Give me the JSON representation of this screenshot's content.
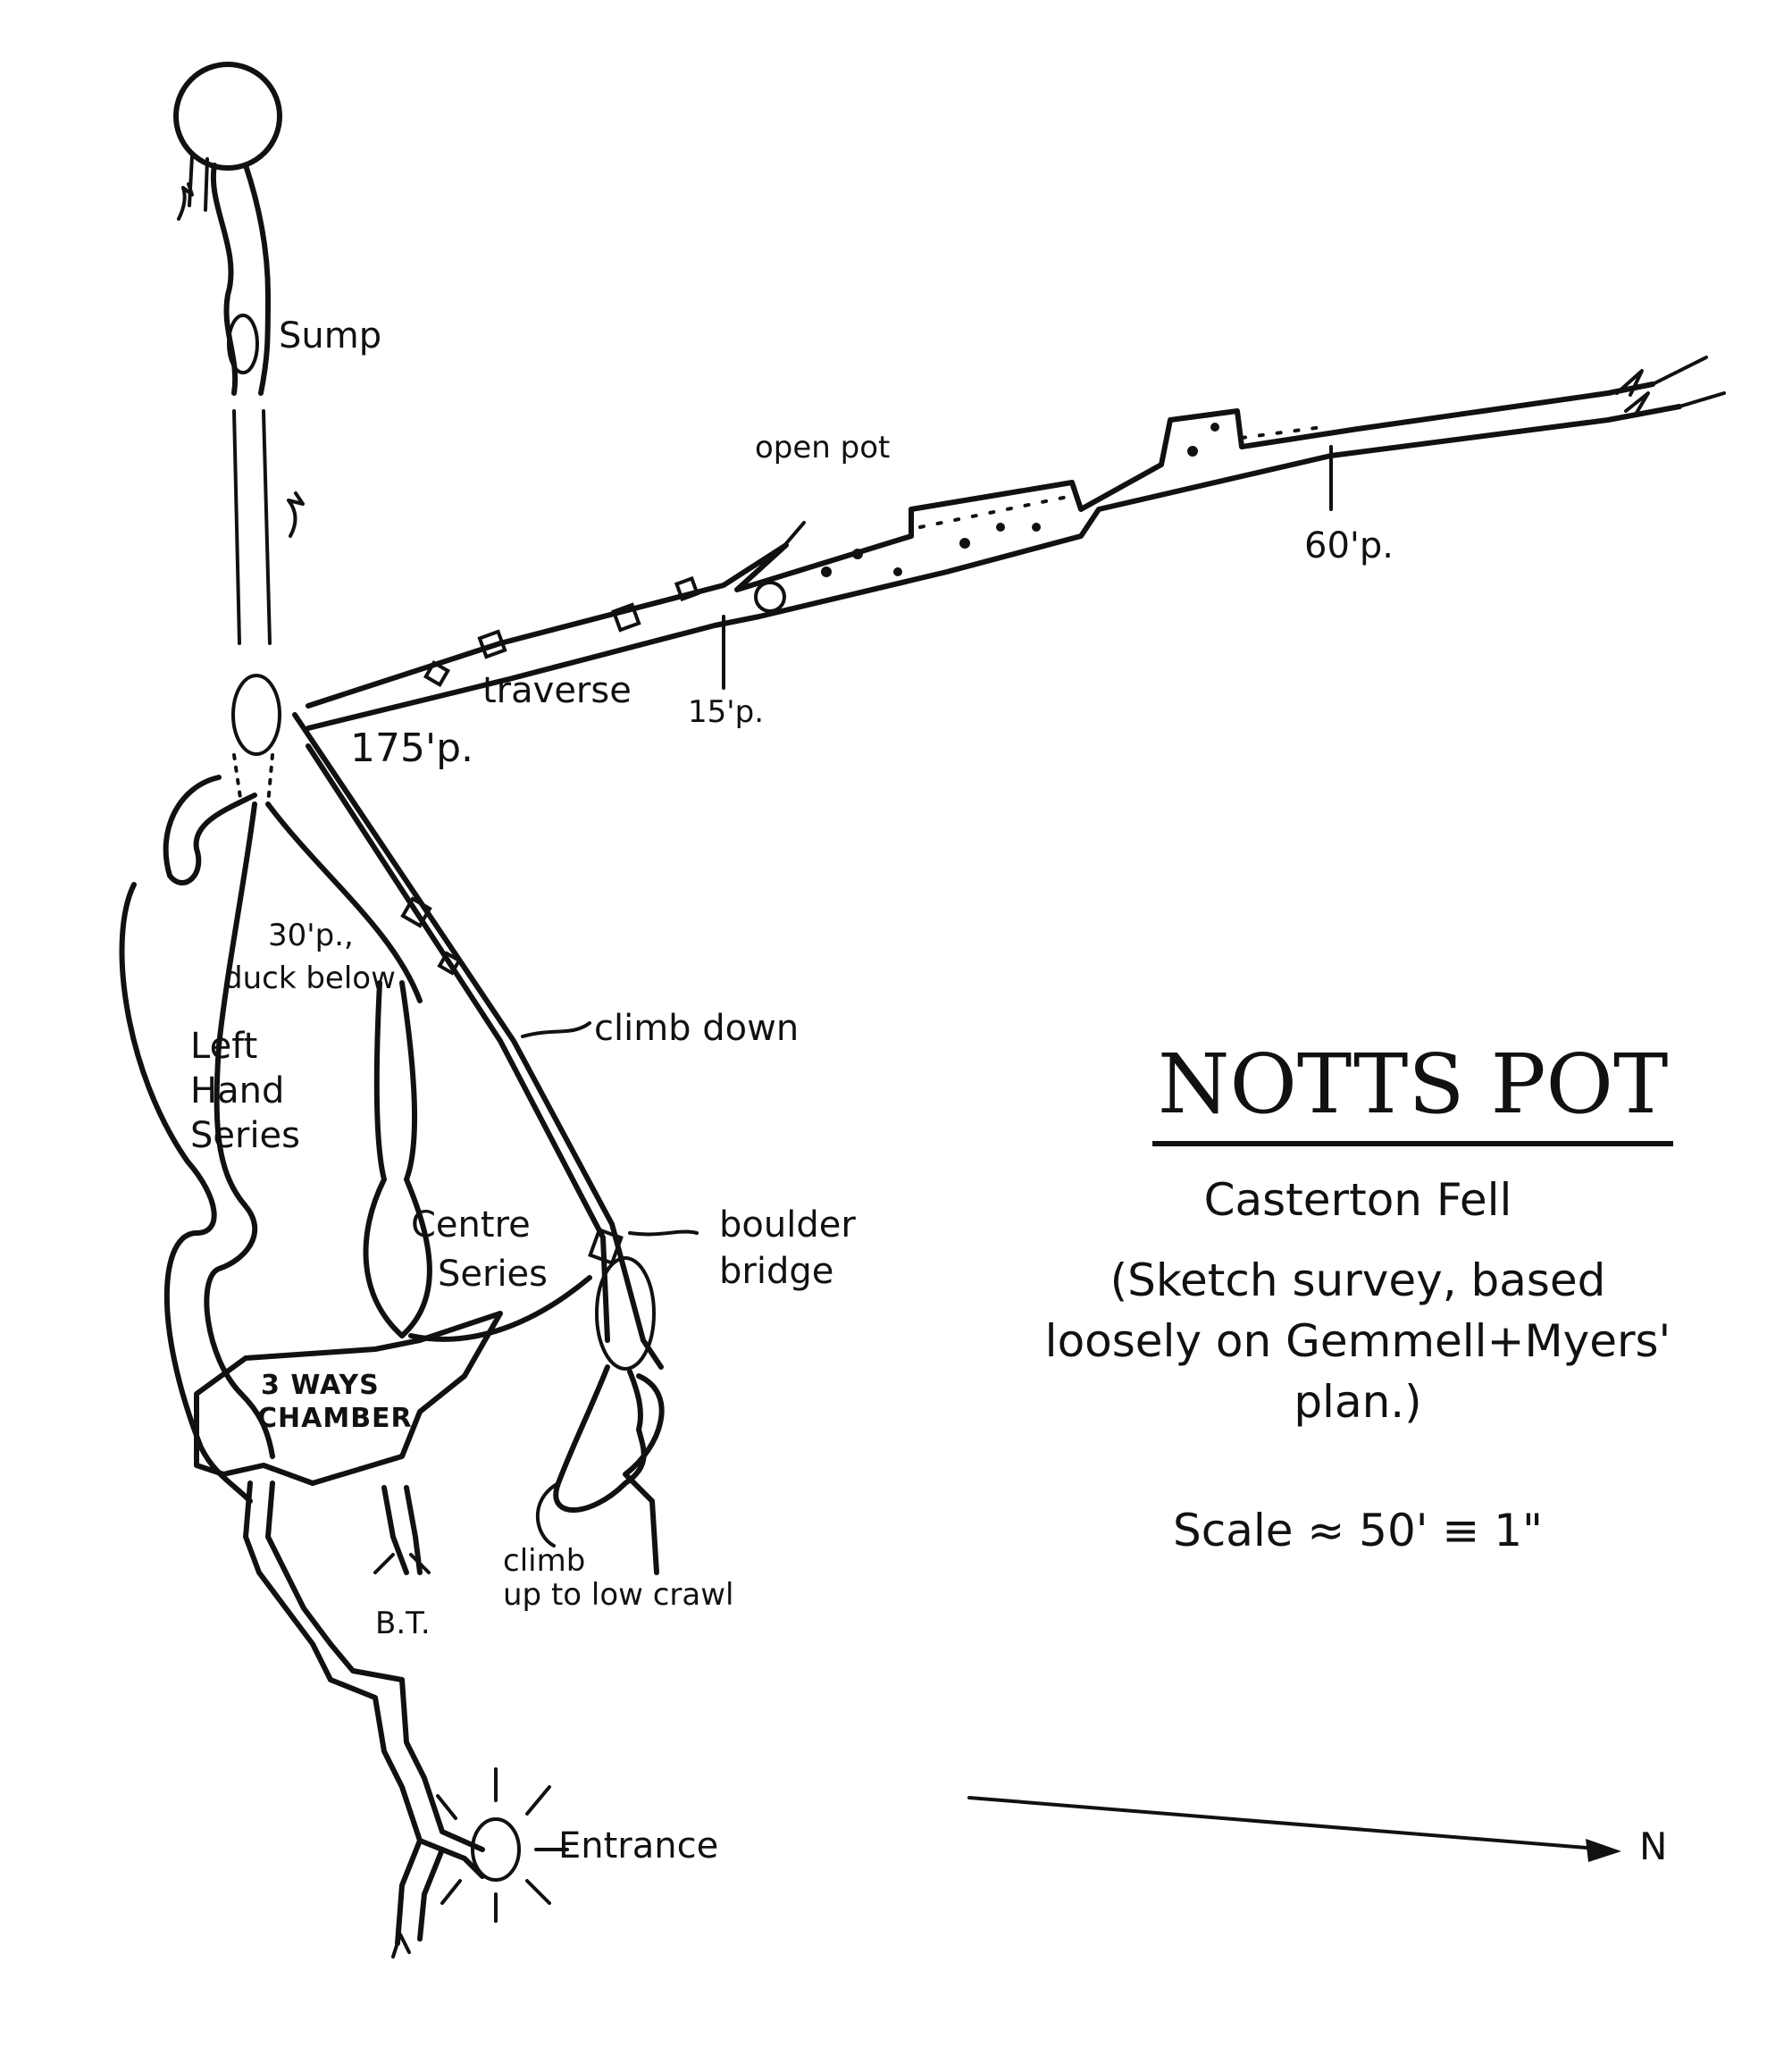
{
  "title": "NOTTS POT",
  "location": "Casterton Fell",
  "note_line1": "(Sketch survey, based",
  "note_line2": "loosely on Gemmell+Myers'",
  "note_line3": "plan.)",
  "scale": "Scale ≈ 50' ≡ 1\"",
  "north": "N",
  "labels": {
    "sump": "Sump",
    "open_pot": "open pot",
    "sixty_p": "60'p.",
    "traverse": "traverse",
    "fifteen_p": "15'p.",
    "p175": "175'p.",
    "thirty_p": "30'p.,",
    "duck_below": "duck below",
    "left_hand_1": "Left",
    "left_hand_2": "Hand",
    "left_hand_3": "Series",
    "climb_down": "climb down",
    "centre_1": "Centre",
    "centre_2": "Series",
    "boulder_1": "boulder",
    "boulder_2": "bridge",
    "three_ways_1": "3 WAYS",
    "three_ways_2": "CHAMBER",
    "climb_up_1": "climb",
    "climb_up_2": "up to low crawl",
    "bt": "B.T.",
    "entrance": "Entrance"
  }
}
